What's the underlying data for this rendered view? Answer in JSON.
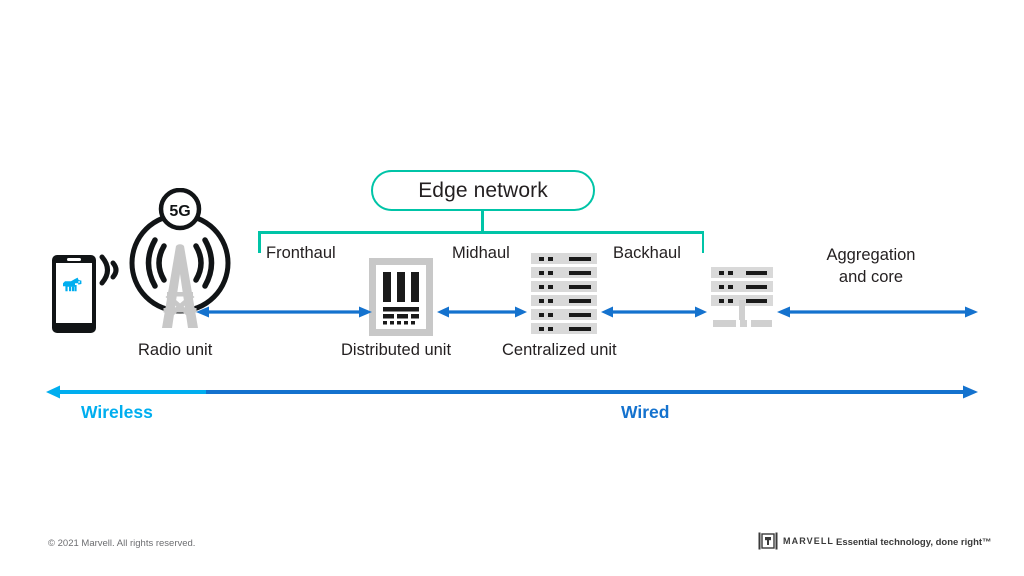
{
  "diagram": {
    "edge_network": {
      "label": "Edge network",
      "accent_color": "#00C4A7"
    },
    "segments": [
      {
        "name": "fronthaul",
        "label": "Fronthaul"
      },
      {
        "name": "midhaul",
        "label": "Midhaul"
      },
      {
        "name": "backhaul",
        "label": "Backhaul"
      }
    ],
    "nodes": [
      {
        "name": "user-device",
        "label": "",
        "icon": "smartphone-icon"
      },
      {
        "name": "radio-unit",
        "label": "Radio unit",
        "icon": "cell-tower-icon",
        "badge": "5G"
      },
      {
        "name": "distributed-unit",
        "label": "Distributed unit",
        "icon": "equipment-rack-icon"
      },
      {
        "name": "centralized-unit",
        "label": "Centralized unit",
        "icon": "server-stack-icon"
      },
      {
        "name": "aggregation-node",
        "label": "",
        "icon": "server-node-icon"
      }
    ],
    "aggregation_label": "Aggregation\nand core",
    "aggregation_line1": "Aggregation",
    "aggregation_line2": "and core",
    "connectivity": [
      {
        "name": "wireless",
        "label": "Wireless",
        "color": "#00AEEF"
      },
      {
        "name": "wired",
        "label": "Wired",
        "color": "#1472CE"
      }
    ],
    "link_color": "#1472CE",
    "device_gray": "#c8c8c8"
  },
  "footer": {
    "copyright": "© 2021 Marvell. All rights reserved.",
    "brand": "MARVELL",
    "tagline": "Essential technology, done right™"
  }
}
